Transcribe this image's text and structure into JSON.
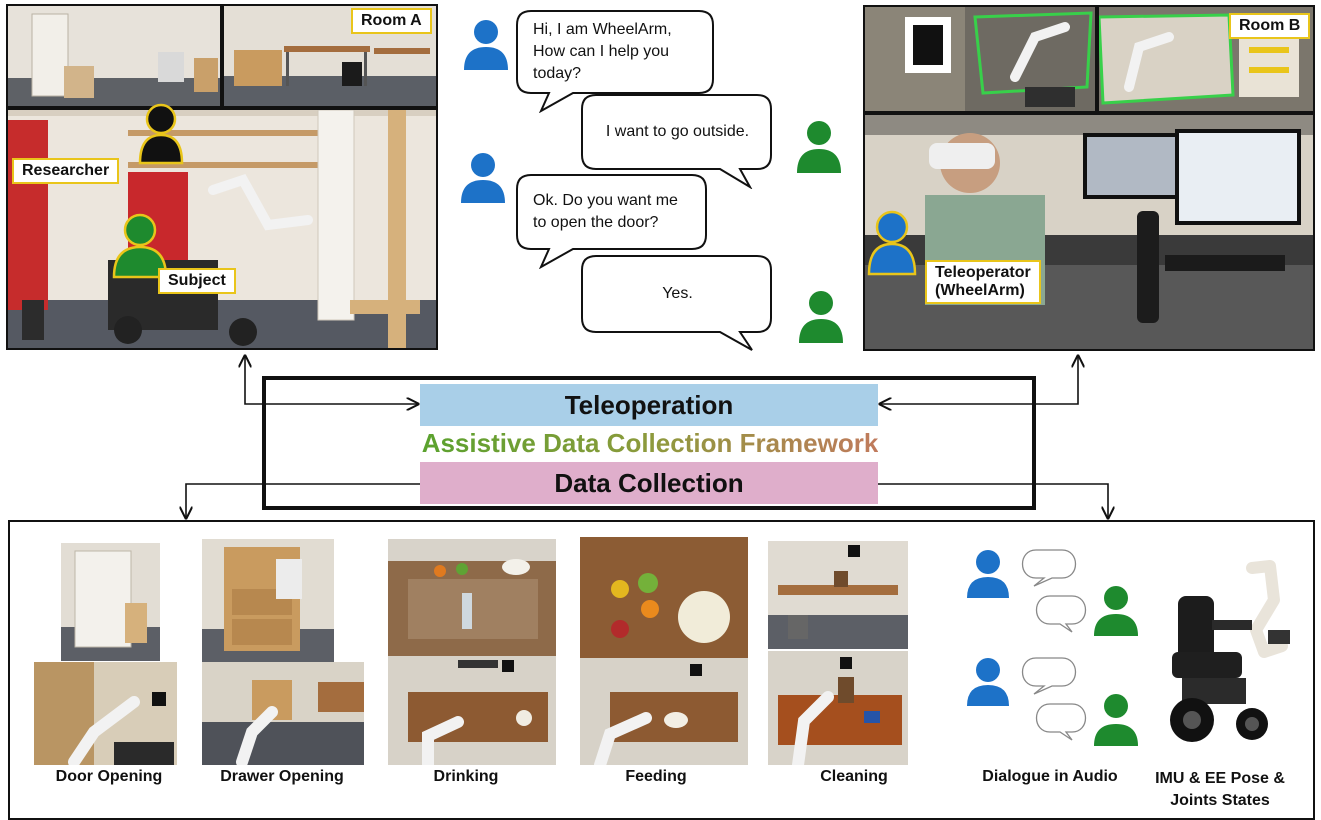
{
  "rooms": {
    "room_a": "Room A",
    "room_b": "Room B",
    "researcher": "Researcher",
    "subject": "Subject",
    "teleoperator": "Teleoperator\n(WheelArm)"
  },
  "dialogue": [
    {
      "speaker": "robot",
      "text": "Hi, I am WheelArm,\nHow can I help you\ntoday?"
    },
    {
      "speaker": "user",
      "text": "I want to go outside."
    },
    {
      "speaker": "robot",
      "text": "Ok. Do you want me\nto open the door?"
    },
    {
      "speaker": "user",
      "text": "Yes."
    }
  ],
  "framework": {
    "teleoperation": "Teleoperation",
    "title": "Assistive Data Collection Framework",
    "data_collection": "Data Collection"
  },
  "tasks": [
    "Door Opening",
    "Drawer Opening",
    "Drinking",
    "Feeding",
    "Cleaning"
  ],
  "outputs": {
    "dialogue": "Dialogue in Audio",
    "robot_state": "IMU & EE Pose &\nJoints States"
  },
  "colors": {
    "robot_person": "#1d72c8",
    "user_person": "#1e8a2e",
    "researcher_person": "#111111",
    "tag_border": "#e9c51a",
    "teleop_bar": "#a9cfe8",
    "collection_bar": "#dfaecb",
    "title_green": "#6a9a30",
    "title_brown": "#b9805a"
  }
}
